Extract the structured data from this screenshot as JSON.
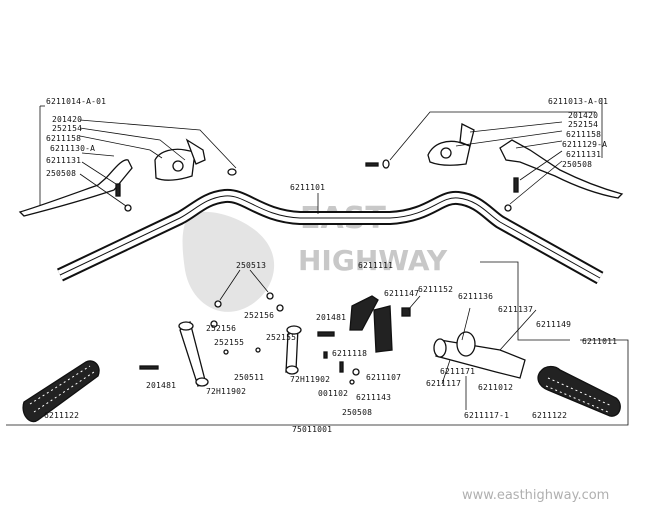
{
  "labels": {
    "l6211014": "6211014-A-01",
    "l6211013": "6211013-A-01",
    "l201420_l": "201420",
    "l252154_l": "252154",
    "l6211158_l": "6211158",
    "l6211130": "6211130-A",
    "l6211131_l": "6211131",
    "l250508_l": "250508",
    "l201420_r": "201420",
    "l252154_r": "252154",
    "l6211158_r": "6211158",
    "l6211129": "6211129-A",
    "l6211131_r": "6211131",
    "l250508_r": "250508",
    "l6211101": "6211101",
    "l250513": "250513",
    "l252156_a": "252156",
    "l252156_b": "252156",
    "l252155_a": "252155",
    "l252155_b": "252155",
    "l250511": "250511",
    "l72h11902_a": "72H11902",
    "l72h11902_b": "72H11902",
    "l201481_a": "201481",
    "l201481_b": "201481",
    "l6211111": "6211111",
    "l6211147": "6211147",
    "l6211152": "6211152",
    "l6211118": "6211118",
    "l6211107": "6211107",
    "l001102": "001102",
    "l6211143": "6211143",
    "l250508_c": "250508",
    "l6211136": "6211136",
    "l6211137": "6211137",
    "l6211149": "6211149",
    "l6211171": "6211171",
    "l6211117": "6211117",
    "l6211012": "6211012",
    "l6211117_1": "6211117-1",
    "l6211011": "6211011",
    "l6211122_l": "6211122",
    "l6211122_r": "6211122",
    "l75011001": "75011001"
  },
  "watermark": {
    "line1": "EAST",
    "line2": "HIGHWAY",
    "url": "www.easthighway.com"
  }
}
